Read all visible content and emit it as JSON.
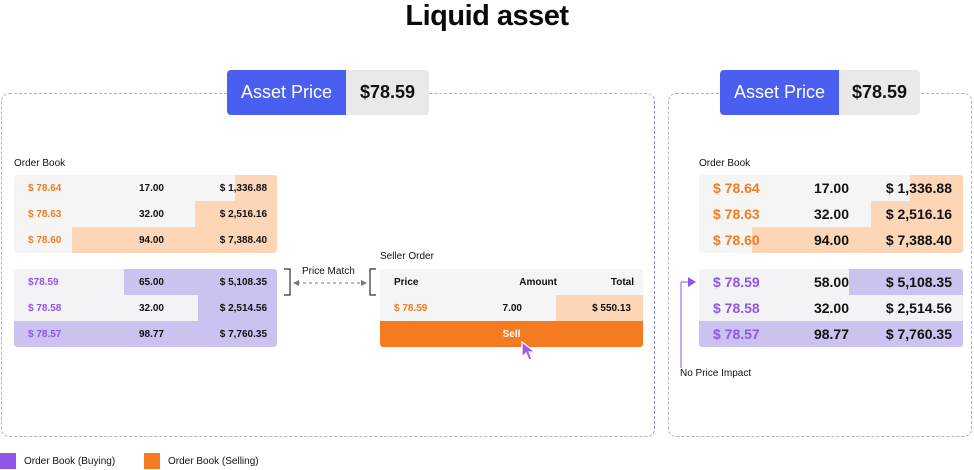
{
  "title": "Liquid asset",
  "colors": {
    "buy": "#9056e8",
    "buy_fill": "#cbc2f0",
    "sell": "#ef7d22",
    "sell_fill": "#fcd6b6",
    "accent": "#4a5ef0",
    "sell_button": "#f47b20"
  },
  "left": {
    "asset_price_label": "Asset Price",
    "asset_price_value": "$78.59",
    "order_book_label": "Order Book",
    "sell_rows": [
      {
        "price": "$ 78.64",
        "amount": "17.00",
        "total": "$ 1,336.88",
        "depth": 0.16
      },
      {
        "price": "$ 78.63",
        "amount": "32.00",
        "total": "$ 2,516.16",
        "depth": 0.31
      },
      {
        "price": "$ 78.60",
        "amount": "94.00",
        "total": "$ 7,388.40",
        "depth": 0.78
      }
    ],
    "buy_rows": [
      {
        "price": "$78.59",
        "amount": "65.00",
        "total": "$ 5,108.35",
        "depth": 0.58
      },
      {
        "price": "$ 78.58",
        "amount": "32.00",
        "total": "$ 2,514.56",
        "depth": 0.3
      },
      {
        "price": "$ 78.57",
        "amount": "98.77",
        "total": "$ 7,760.35",
        "depth": 1.0
      }
    ],
    "price_match_label": "Price Match",
    "seller_order": {
      "label": "Seller Order",
      "headers": [
        "Price",
        "Amount",
        "Total"
      ],
      "price": "$ 78.59",
      "amount": "7.00",
      "total": "$ 550.13",
      "button": "Sell"
    }
  },
  "right": {
    "asset_price_label": "Asset Price",
    "asset_price_value": "$78.59",
    "order_book_label": "Order Book",
    "sell_rows": [
      {
        "price": "$ 78.64",
        "amount": "17.00",
        "total": "$ 1,336.88",
        "depth": 0.2
      },
      {
        "price": "$ 78.63",
        "amount": "32.00",
        "total": "$ 2,516.16",
        "depth": 0.35
      },
      {
        "price": "$ 78.60",
        "amount": "94.00",
        "total": "$ 7,388.40",
        "depth": 0.8
      }
    ],
    "buy_rows": [
      {
        "price": "$ 78.59",
        "amount": "58.00",
        "total": "$ 5,108.35",
        "depth": 0.43
      },
      {
        "price": "$ 78.58",
        "amount": "32.00",
        "total": "$ 2,514.56",
        "depth": 0
      },
      {
        "price": "$ 78.57",
        "amount": "98.77",
        "total": "$ 7,760.35",
        "depth": 1.0
      }
    ],
    "no_impact_label": "No Price Impact"
  },
  "legend": {
    "buying": "Order Book (Buying)",
    "selling": "Order Book (Selling)"
  }
}
